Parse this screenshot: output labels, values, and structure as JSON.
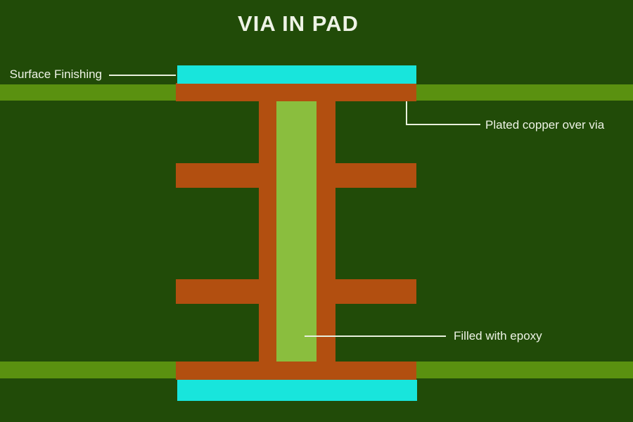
{
  "diagram": {
    "title": "VIA IN PAD",
    "annotations": [
      {
        "label": "Surface Finishing",
        "target": "surface-finish-top"
      },
      {
        "label": "Plated copper over via",
        "target": "copper-pad-top"
      },
      {
        "label": "Filled with epoxy",
        "target": "epoxy-fill"
      }
    ],
    "colors": {
      "background": "#214b08",
      "board_layer": "#5a9110",
      "copper": "#b24f10",
      "epoxy": "#8abe3e",
      "surface_finish": "#18e5dc",
      "text": "#eef3e6",
      "callout_line": "#e8f0dd"
    }
  }
}
